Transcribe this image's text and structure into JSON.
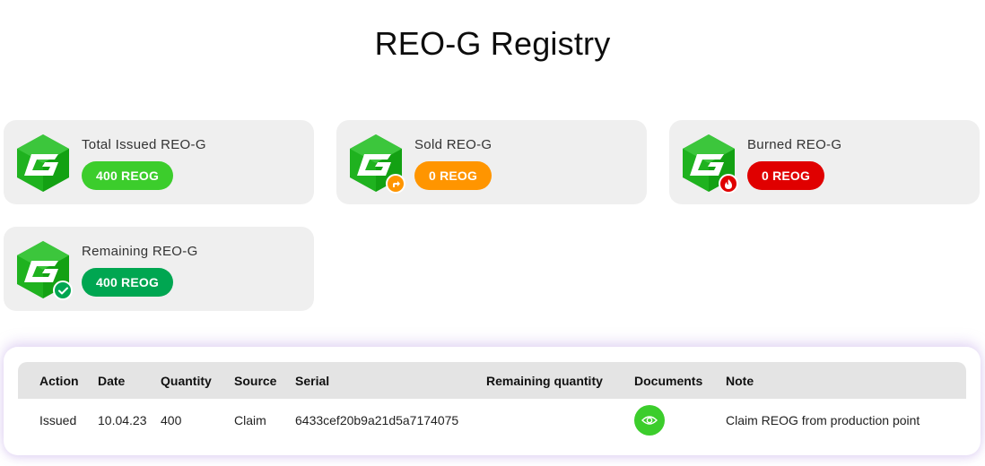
{
  "page": {
    "title": "REO-G Registry"
  },
  "cards": [
    {
      "label": "Total Issued REO-G",
      "value": "400 REOG",
      "pill_color": "#3ccd2c",
      "sub_icon": "none"
    },
    {
      "label": "Sold REO-G",
      "value": "0 REOG",
      "pill_color": "#ff9500",
      "sub_icon": "share-arrow-icon",
      "sub_color": "#ff9500"
    },
    {
      "label": "Burned REO-G",
      "value": "0 REOG",
      "pill_color": "#e00000",
      "sub_icon": "flame-icon",
      "sub_color": "#e00000"
    },
    {
      "label": "Remaining REO-G",
      "value": "400 REOG",
      "pill_color": "#00a651",
      "sub_icon": "check-icon",
      "sub_color": "#00a651"
    }
  ],
  "table": {
    "headers": [
      "Action",
      "Date",
      "Quantity",
      "Source",
      "Serial",
      "Remaining quantity",
      "Documents",
      "Note"
    ],
    "rows": [
      {
        "action": "Issued",
        "date": "10.04.23",
        "quantity": "400",
        "source": "Claim",
        "serial": "6433cef20b9a21d5a7174075",
        "remaining_quantity": "",
        "documents_icon": "eye-icon",
        "note": "Claim REOG from production point"
      }
    ]
  },
  "colors": {
    "brand_green": "#3ccd2c",
    "dark_green": "#00a651",
    "orange": "#ff9500",
    "red": "#e00000",
    "card_bg": "#efefef",
    "table_header_bg": "#e4e4e4"
  }
}
